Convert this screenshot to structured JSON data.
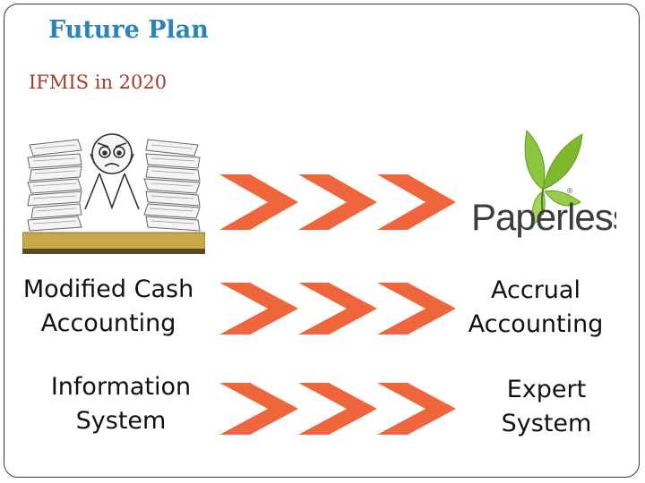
{
  "slide": {
    "title": "Future Plan",
    "subtitle": "IFMIS in 2020"
  },
  "rows": [
    {
      "from_image": "stressed-person-with-paper-stacks-illustration",
      "to_logo": {
        "name": "leaf-logo",
        "word": "Paperless",
        "symbol": "®"
      }
    },
    {
      "from_line1": "Modified Cash",
      "from_line2": "Accounting",
      "to_line1": "Accrual",
      "to_line2": "Accounting"
    },
    {
      "from_line1": "Information",
      "from_line2": "System",
      "to_line1": "Expert",
      "to_line2": "System"
    }
  ],
  "colors": {
    "title": "#2a86b6",
    "subtitle": "#9a3e2a",
    "arrow": "#f0663c",
    "leaf_green": "#7fb92b",
    "desk": "#c8a94a"
  }
}
